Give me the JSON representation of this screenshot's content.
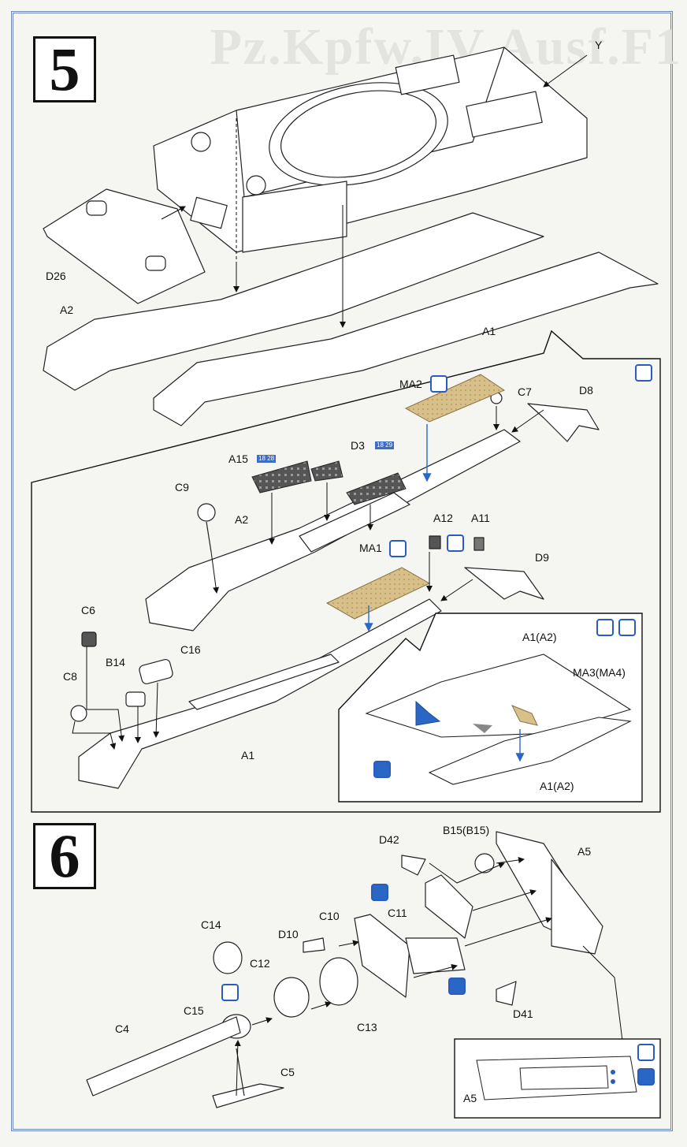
{
  "title_watermark": "Pz.Kpfw.IV Ausf.F1",
  "steps": {
    "step5": "5",
    "step6": "6"
  },
  "step5_labels": {
    "Y": "Y",
    "D26": "D26",
    "A2": "A2",
    "A1": "A1",
    "MA2": "MA2",
    "C7": "C7",
    "D8": "D8",
    "A15": "A15",
    "D3": "D3",
    "C9": "C9",
    "A2b": "A2",
    "A12": "A12",
    "A11": "A11",
    "MA1": "MA1",
    "D9": "D9",
    "C6": "C6",
    "C16": "C16",
    "B14": "B14",
    "C8": "C8",
    "A1b": "A1"
  },
  "step5_inset_labels": {
    "A1A2_top": "A1(A2)",
    "MA3": "MA3(MA4)",
    "A1A2_bottom": "A1(A2)"
  },
  "step6_labels": {
    "D42": "D42",
    "B15": "B15(B15)",
    "A5": "A5",
    "C10": "C10",
    "C11": "C11",
    "C14": "C14",
    "D10": "D10",
    "C12": "C12",
    "C15": "C15",
    "C13": "C13",
    "D41": "D41",
    "C4": "C4",
    "C5": "C5"
  },
  "step6_inset_labels": {
    "A5b": "A5"
  },
  "badges": {
    "a15": "18 28",
    "d3": "18 29"
  },
  "colors": {
    "frame": "#6f86b8",
    "icon": "#2a5bbf",
    "etch": "#d8c08a"
  }
}
